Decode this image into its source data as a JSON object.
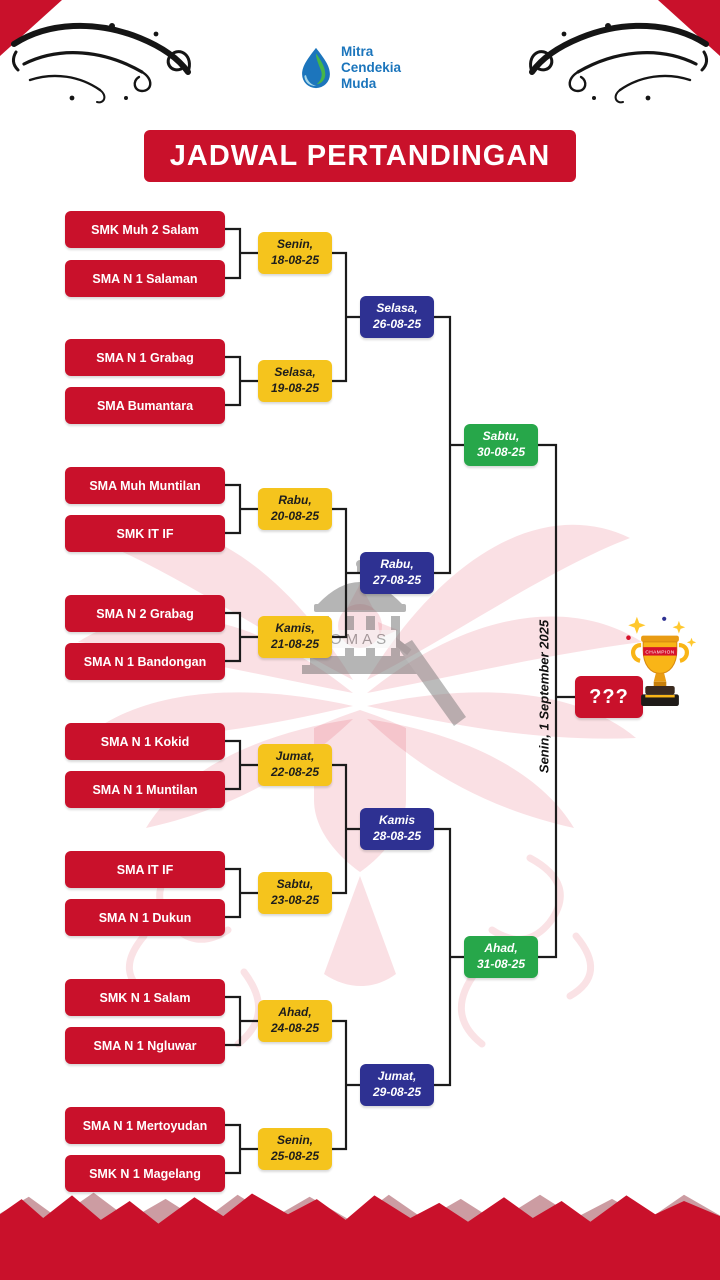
{
  "banner": {
    "title": "JADWAL PERTANDINGAN"
  },
  "logo": {
    "name_line1": "Mitra",
    "name_line2": "Cendekia",
    "name_line3": "Muda"
  },
  "watermark": {
    "monument_text": "OMAS"
  },
  "rounds": {
    "round_of_16": [
      {
        "team_top": "SMK Muh 2 Salam",
        "team_bottom": "SMA N 1 Salaman",
        "day": "Senin,",
        "date": "18-08-25"
      },
      {
        "team_top": "SMA N 1 Grabag",
        "team_bottom": "SMA Bumantara",
        "day": "Selasa,",
        "date": "19-08-25"
      },
      {
        "team_top": "SMA Muh Muntilan",
        "team_bottom": "SMK IT IF",
        "day": "Rabu,",
        "date": "20-08-25"
      },
      {
        "team_top": "SMA N 2 Grabag",
        "team_bottom": "SMA N 1 Bandongan",
        "day": "Kamis,",
        "date": "21-08-25"
      },
      {
        "team_top": "SMA N 1 Kokid",
        "team_bottom": "SMA N 1 Muntilan",
        "day": "Jumat,",
        "date": "22-08-25"
      },
      {
        "team_top": "SMA IT IF",
        "team_bottom": "SMA N 1 Dukun",
        "day": "Sabtu,",
        "date": "23-08-25"
      },
      {
        "team_top": "SMK N 1 Salam",
        "team_bottom": "SMA N 1 Ngluwar",
        "day": "Ahad,",
        "date": "24-08-25"
      },
      {
        "team_top": "SMA N 1 Mertoyudan",
        "team_bottom": "SMK N 1 Magelang",
        "day": "Senin,",
        "date": "25-08-25"
      }
    ],
    "quarterfinals": [
      {
        "day": "Selasa,",
        "date": "26-08-25"
      },
      {
        "day": "Rabu,",
        "date": "27-08-25"
      },
      {
        "day": "Kamis",
        "date": "28-08-25"
      },
      {
        "day": "Jumat,",
        "date": "29-08-25"
      }
    ],
    "semifinals": [
      {
        "day": "Sabtu,",
        "date": "30-08-25"
      },
      {
        "day": "Ahad,",
        "date": "31-08-25"
      }
    ],
    "final": {
      "date_text": "Senin, 1 September 2025",
      "winner_placeholder": "???",
      "trophy_ribbon": "CHAMPION"
    }
  },
  "colors": {
    "red": "#C9112B",
    "yellow": "#F5C41D",
    "navy": "#2E3192",
    "green": "#27A74A",
    "logo_blue": "#1B75BC",
    "line_black": "#1B1B1B"
  }
}
